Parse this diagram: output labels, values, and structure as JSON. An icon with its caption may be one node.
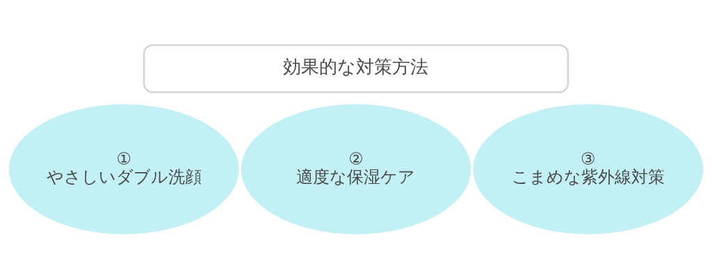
{
  "diagram": {
    "nodes": [
      {
        "text": [
          "効果的な対策方法"
        ]
      },
      {
        "text": [
          "①",
          "やさしいダブル洗顔"
        ]
      },
      {
        "text": [
          "②",
          "適度な保湿ケア"
        ]
      },
      {
        "text": [
          "③",
          "こまめな紫外線対策"
        ]
      }
    ]
  }
}
